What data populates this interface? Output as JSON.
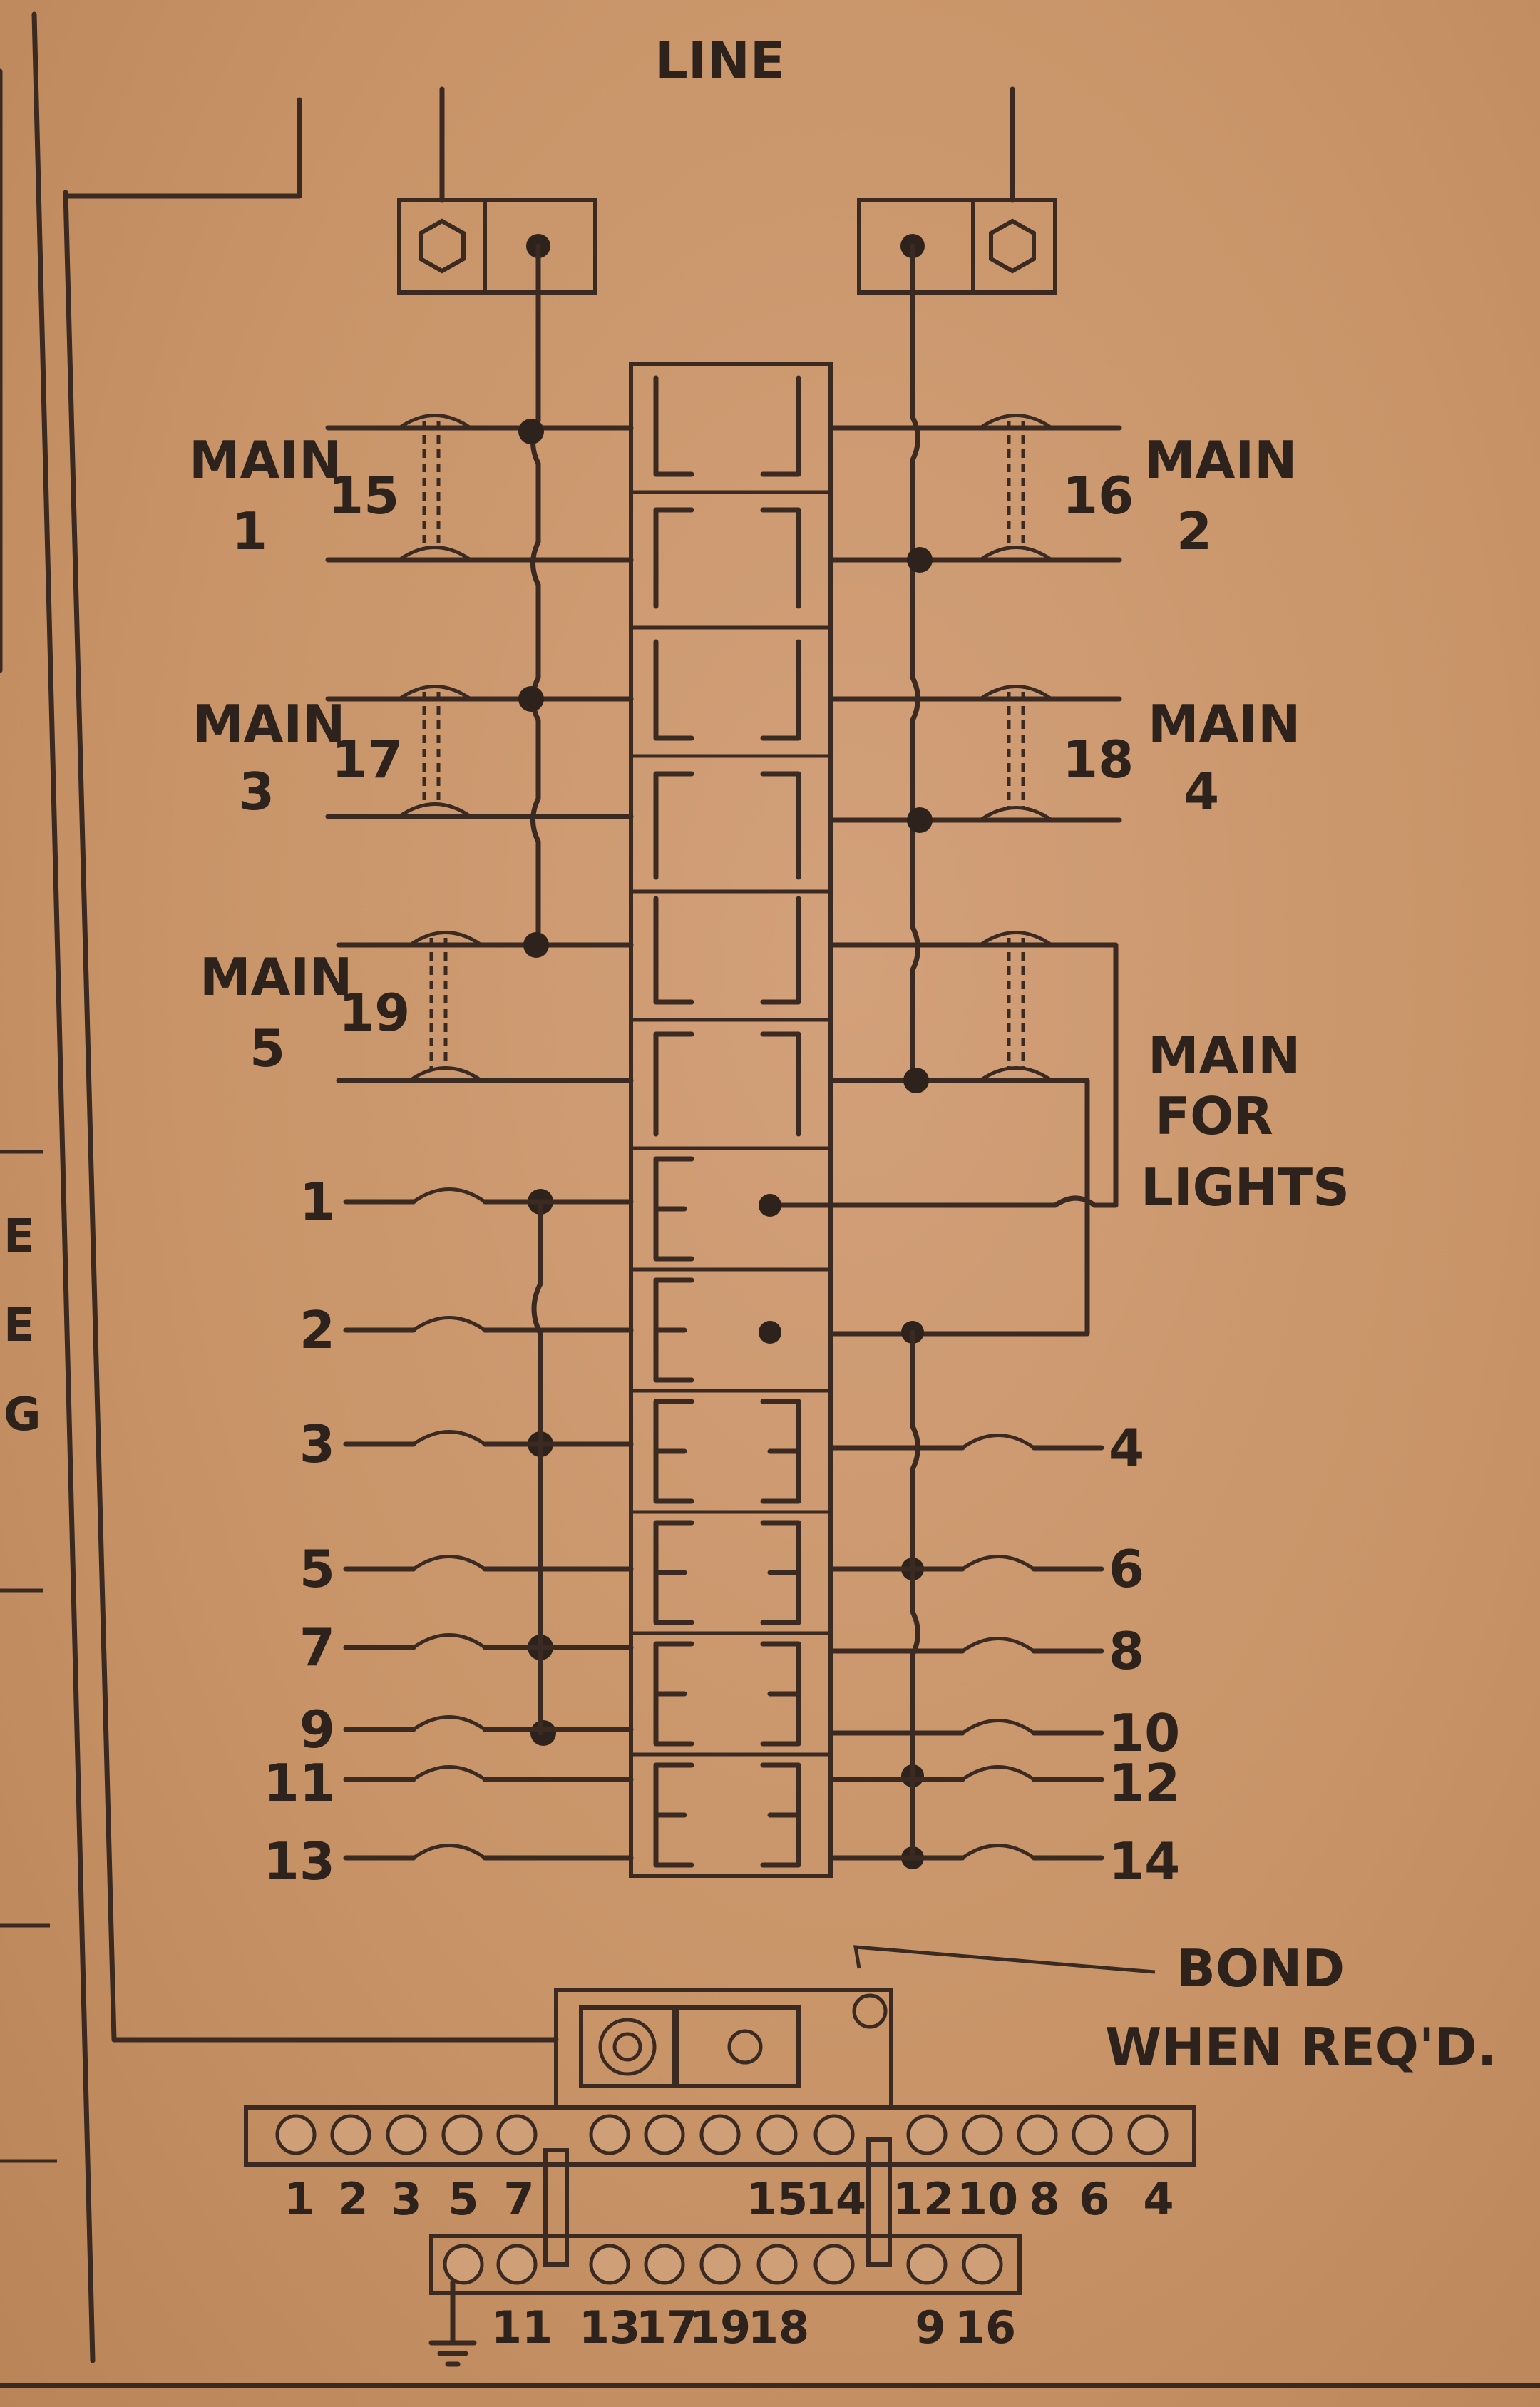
{
  "line_label": "LINE",
  "mains": [
    {
      "id": "main-1",
      "name": "MAIN",
      "number": "1",
      "breaker": "15"
    },
    {
      "id": "main-2",
      "name": "MAIN",
      "number": "2",
      "breaker": "16"
    },
    {
      "id": "main-3",
      "name": "MAIN",
      "number": "3",
      "breaker": "17"
    },
    {
      "id": "main-4",
      "name": "MAIN",
      "number": "4",
      "breaker": "18"
    },
    {
      "id": "main-5",
      "name": "MAIN",
      "number": "5",
      "breaker": "19"
    }
  ],
  "main_for_lights": [
    "MAIN",
    "FOR",
    "LIGHTS"
  ],
  "left_circuits": [
    "1",
    "2",
    "3",
    "5",
    "7",
    "9",
    "11",
    "13"
  ],
  "right_circuits": [
    "4",
    "6",
    "8",
    "10",
    "12",
    "14"
  ],
  "bond_label": [
    "BOND",
    "WHEN REQ'D."
  ],
  "terminal_row_top": [
    "1",
    "2",
    "3",
    "5",
    "7",
    "15",
    "14",
    "12",
    "10",
    "8",
    "6",
    "4"
  ],
  "terminal_row_bottom": [
    "11",
    "13",
    "17",
    "19",
    "18",
    "9",
    "16"
  ],
  "edge_letters": [
    "E",
    "E",
    "G"
  ]
}
